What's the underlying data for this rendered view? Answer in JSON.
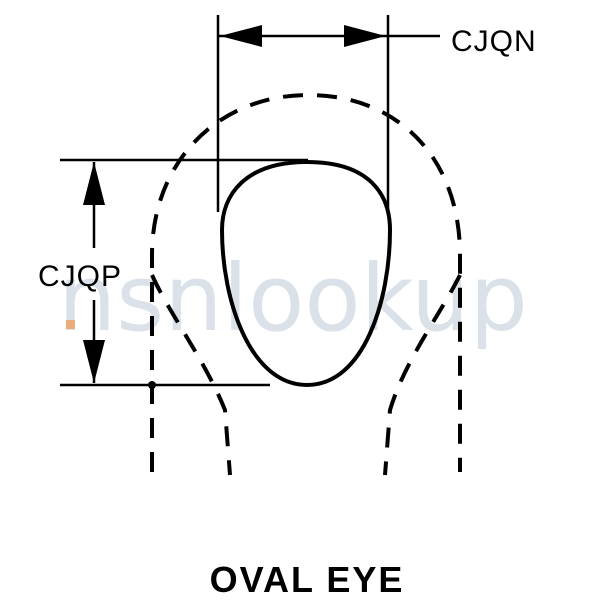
{
  "diagram": {
    "labels": {
      "width_dimension": "CJQN",
      "height_dimension": "CJQP",
      "title": "OVAL EYE"
    },
    "watermark": "nsnlookup",
    "colors": {
      "ink": "#000000",
      "background": "#ffffff",
      "watermark": "#9fb3c8"
    }
  }
}
